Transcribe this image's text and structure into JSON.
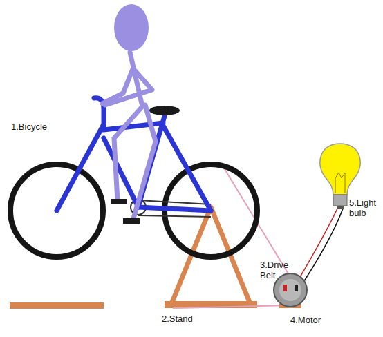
{
  "diagram": {
    "labels": [
      "1.Bicycle",
      "2.Stand",
      "3.Drive Belt",
      "4.Motor",
      "5.Light bulb"
    ]
  }
}
